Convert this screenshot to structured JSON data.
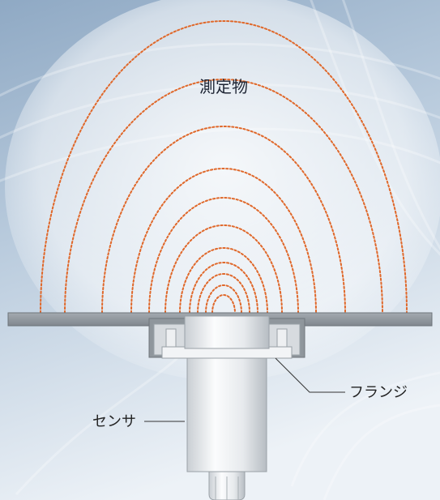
{
  "labels": {
    "target": "測定物",
    "flange": "フランジ",
    "sensor": "センサ"
  },
  "colors": {
    "field_line": "#e0682a",
    "background_top": "#9fb7cf",
    "background_bottom": "#eef3f8",
    "plate": "#8f969c",
    "metal_light": "#eef0f2",
    "metal_mid": "#cfd4d8",
    "metal_dark": "#9aa2a8",
    "leader_line": "#333333"
  },
  "icons": {
    "field": "dotted-field-arcs",
    "sensor": "cylindrical-sensor",
    "flange": "mounting-flange"
  }
}
